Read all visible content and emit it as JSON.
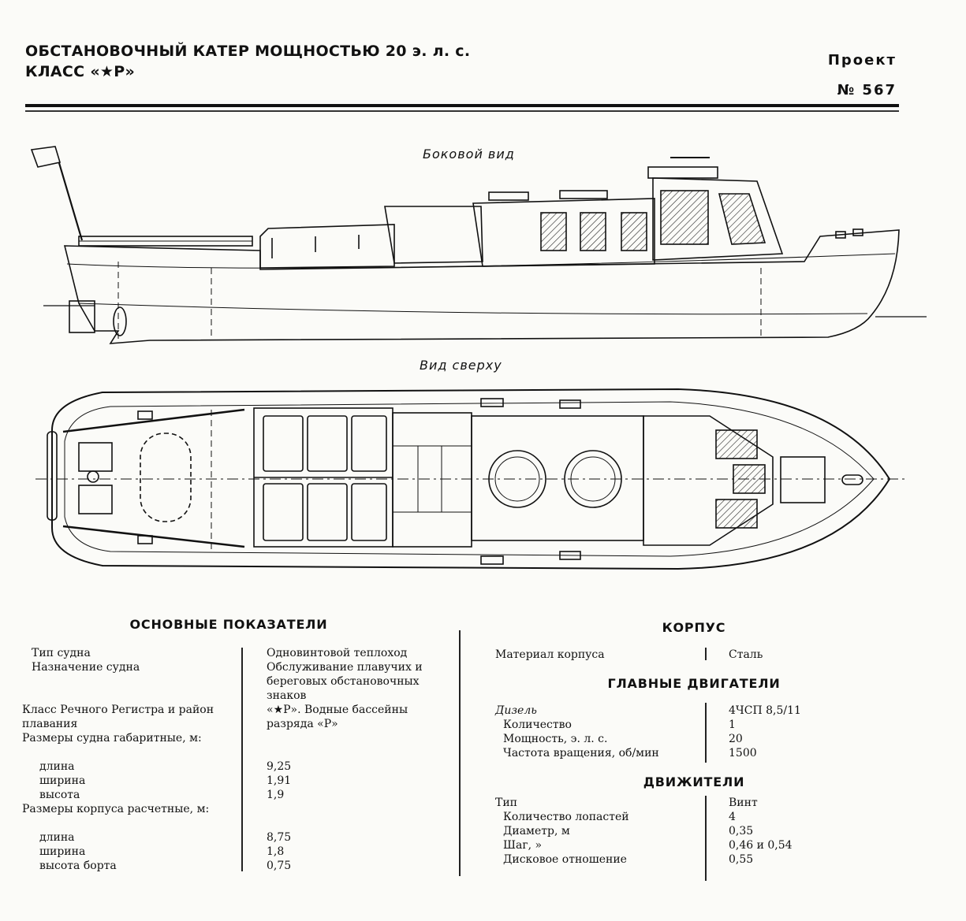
{
  "header": {
    "title_line1": "ОБСТАНОВОЧНЫЙ КАТЕР МОЩНОСТЬЮ 20 э. л. с.",
    "title_line2": "КЛАСС «★Р»",
    "project_label": "Проект",
    "project_number": "№ 567"
  },
  "drawings": {
    "side_view_caption": "Боковой вид",
    "top_view_caption": "Вид сверху"
  },
  "main_specs": {
    "heading": "ОСНОВНЫЕ ПОКАЗАТЕЛИ",
    "rows": [
      {
        "label": "Тип судна",
        "value": "Одновинтовой теплоход"
      },
      {
        "label": "Назначение судна",
        "value": "Обслуживание плавучих и береговых обстановочных знаков"
      },
      {
        "label": "Класс Речного Регистра и район плавания",
        "value": "«★Р». Водные бассейны разряда «Р»"
      },
      {
        "label": "Размеры судна габаритные, м:",
        "value": ""
      },
      {
        "label": "длина",
        "value": "9,25"
      },
      {
        "label": "ширина",
        "value": "1,91"
      },
      {
        "label": "высота",
        "value": "1,9"
      },
      {
        "label": "Размеры корпуса расчетные, м:",
        "value": ""
      },
      {
        "label": "длина",
        "value": "8,75"
      },
      {
        "label": "ширина",
        "value": "1,8"
      },
      {
        "label": "высота борта",
        "value": "0,75"
      }
    ]
  },
  "hull": {
    "heading": "КОРПУС",
    "rows": [
      {
        "label": "Материал корпуса",
        "value": "Сталь"
      }
    ]
  },
  "engines": {
    "heading": "ГЛАВНЫЕ ДВИГАТЕЛИ",
    "rows": [
      {
        "label": "Дизель",
        "value": "4ЧСП 8,5/11"
      },
      {
        "label": "Количество",
        "value": "1"
      },
      {
        "label": "Мощность, э. л. с.",
        "value": "20"
      },
      {
        "label": "Частота вращения, об/мин",
        "value": "1500"
      }
    ]
  },
  "propulsors": {
    "heading": "ДВИЖИТЕЛИ",
    "rows": [
      {
        "label": "Тип",
        "value": "Винт"
      },
      {
        "label": "Количество лопастей",
        "value": "4"
      },
      {
        "label": "Диаметр, м",
        "value": "0,35"
      },
      {
        "label": "Шаг, »",
        "value": "0,46 и 0,54"
      },
      {
        "label": "Дисковое отношение",
        "value": "0,55"
      }
    ]
  }
}
